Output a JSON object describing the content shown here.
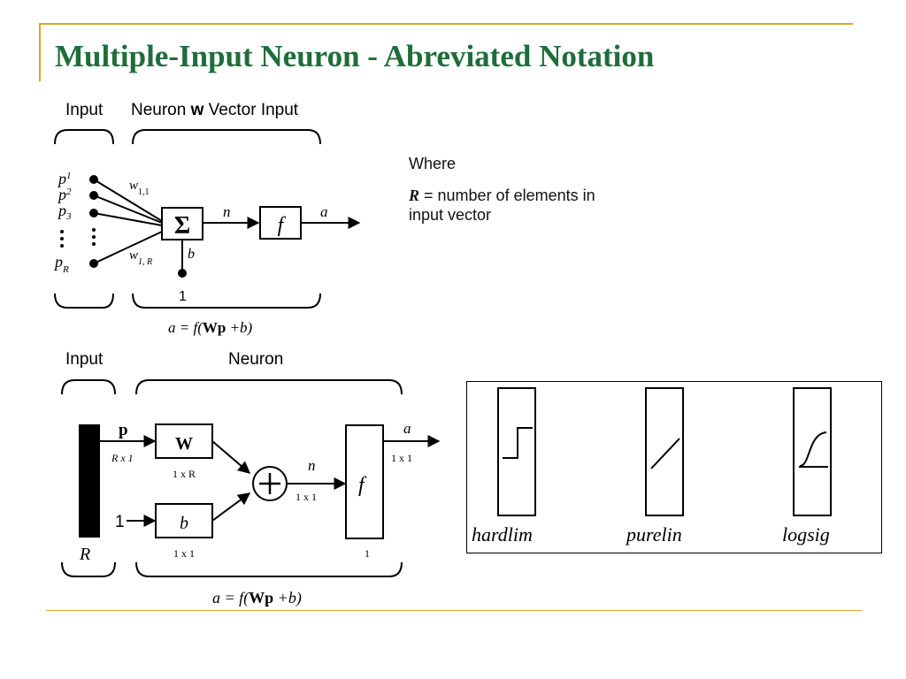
{
  "title": "Multiple-Input Neuron - Abreviated Notation",
  "top_diagram": {
    "input_label": "Input",
    "neuron_label_prefix": "Neuron ",
    "neuron_label_bold": "w",
    "neuron_label_suffix": " Vector Input",
    "p": "p",
    "sub_1": "1",
    "sub_2": "2",
    "sub_3": "3",
    "sub_R": "R",
    "w": "w",
    "w_sub_first": "1,1",
    "w_sub_last": "1, R",
    "sum_symbol": "Σ",
    "n": "n",
    "f": "f",
    "a": "a",
    "b": "b",
    "bias_input": "1",
    "eq_lhs": "a = f(",
    "eq_bold": "Wp",
    "eq_rhs": " +b)"
  },
  "where": {
    "heading": "Where",
    "var": "R",
    "definition": " = number of elements in input vector"
  },
  "bottom_diagram": {
    "input_label": "Input",
    "neuron_label": "Neuron",
    "p_bold": "p",
    "p_dim": "R x 1",
    "W_bold": "W",
    "W_dim": "1 x R",
    "one": "1",
    "b": "b",
    "b_dim": "1 x 1",
    "plus": "+",
    "n": "n",
    "n_dim": "1 x 1",
    "f": "f",
    "f_dim": "1",
    "a": "a",
    "a_dim": "1 x 1",
    "R": "R",
    "eq_lhs": "a = f(",
    "eq_bold": "Wp",
    "eq_rhs": " +b)"
  },
  "transfer_functions": [
    {
      "label": "hardlim"
    },
    {
      "label": "purelin"
    },
    {
      "label": "logsig"
    }
  ],
  "colors": {
    "title": "#1f6d3a",
    "rule": "#d8a629",
    "ink": "#000000"
  }
}
